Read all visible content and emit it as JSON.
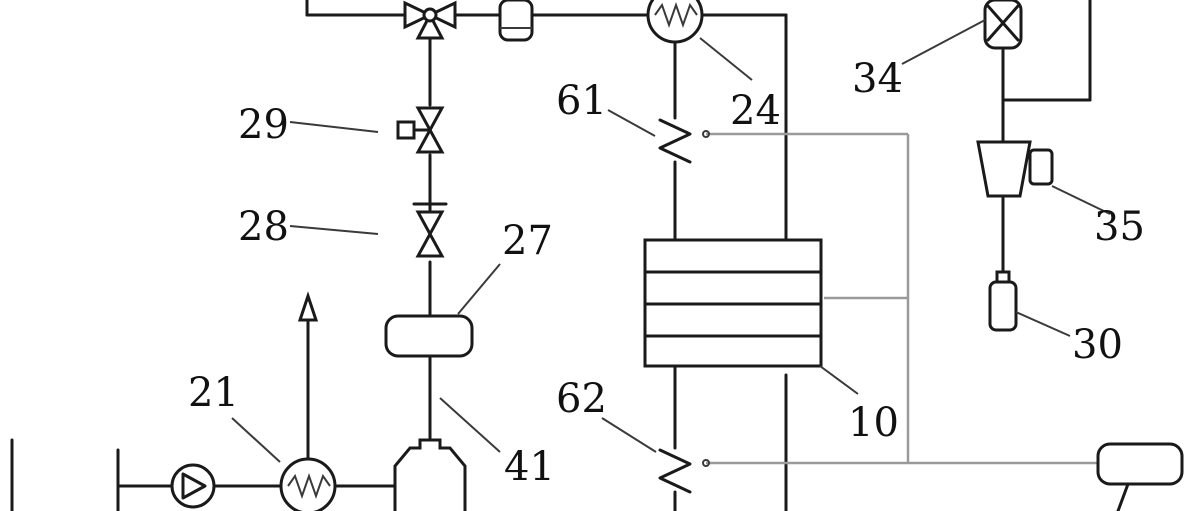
{
  "labels": {
    "l10": "10",
    "l21": "21",
    "l24": "24",
    "l27": "27",
    "l28": "28",
    "l29": "29",
    "l30": "30",
    "l34": "34",
    "l35": "35",
    "l41": "41",
    "l61": "61",
    "l62": "62"
  },
  "colors": {
    "line": "#1a1a1a",
    "signal_line": "#9a9a9a",
    "background": "#ffffff"
  }
}
